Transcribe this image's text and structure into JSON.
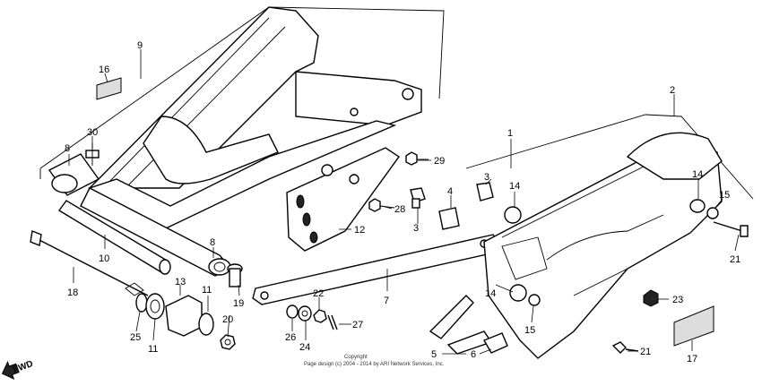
{
  "callouts": [
    "1",
    "2",
    "3",
    "4",
    "5",
    "6",
    "7",
    "8",
    "9",
    "10",
    "11",
    "12",
    "13",
    "14",
    "15",
    "16",
    "17",
    "18",
    "19",
    "20",
    "21",
    "22",
    "23",
    "24",
    "25",
    "26",
    "27",
    "28",
    "29",
    "30"
  ],
  "direction_label": "FWD",
  "copyright": {
    "line1": "Copyright",
    "line2": "Page design (c) 2004 - 2014 by ARI Network Services, Inc."
  }
}
